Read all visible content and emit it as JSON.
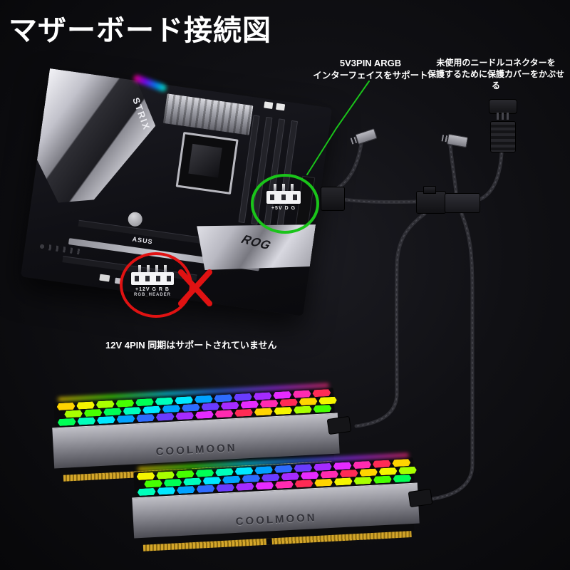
{
  "title": "マザーボード接続図",
  "annotations": {
    "argb_support_line1": "5V3PIN ARGB",
    "argb_support_line2": "インターフェイスをサポート",
    "protect_line1": "未使用のニードルコネクターを",
    "protect_line2": "保護するために保護カバーをかぶせる",
    "not_supported": "12V 4PIN  同期はサポートされていません"
  },
  "motherboard": {
    "shroud_text": "STRIX",
    "logo_text": "ROG",
    "brand_text": "ASUS",
    "argb_header": {
      "pin_label": "+5V D G"
    },
    "rgb_header": {
      "pin_label": "+12V G R B",
      "name_label": "RGB_HEADER"
    }
  },
  "ram": {
    "brand": "COOLMOON",
    "rgb_palette": [
      "#ffd400",
      "#f5f500",
      "#a8ff00",
      "#46ff00",
      "#00ff55",
      "#00ffbb",
      "#00e8ff",
      "#00a2ff",
      "#2e6bff",
      "#6a3bff",
      "#a52bff",
      "#e62bff",
      "#ff2bb0",
      "#ff2b55"
    ]
  },
  "colors": {
    "supported": "#1ac41a",
    "unsupported": "#e01212",
    "cable": "#2e2e34"
  }
}
